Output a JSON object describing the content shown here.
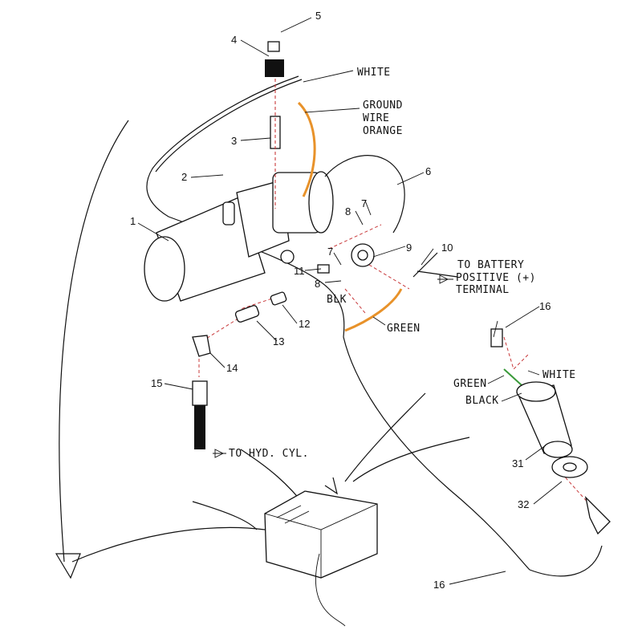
{
  "colors": {
    "line": "#111111",
    "orange_wire": "#e8922a",
    "red_dashed": "#c8383a",
    "green_wire": "#3a9a3a",
    "background": "#ffffff"
  },
  "labels": {
    "white_top": "WHITE",
    "ground_wire_l1": "GROUND",
    "ground_wire_l2": "WIRE",
    "ground_wire_l3": "ORANGE",
    "to_battery_l1": "TO BATTERY",
    "to_battery_l2": "POSITIVE (+)",
    "to_battery_l3": "TERMINAL",
    "blk": "BLK",
    "green_lower": "GREEN",
    "to_hyd_cyl": "TO HYD. CYL.",
    "green_switch": "GREEN",
    "black_switch": "BLACK",
    "white_switch": "WHITE"
  },
  "part_numbers": {
    "p1": "1",
    "p2": "2",
    "p3": "3",
    "p4": "4",
    "p5": "5",
    "p6": "6",
    "p7a": "7",
    "p7b": "7",
    "p8a": "8",
    "p8b": "8",
    "p9": "9",
    "p10": "10",
    "p11": "11",
    "p12": "12",
    "p13": "13",
    "p14": "14",
    "p15": "15",
    "p16a": "16",
    "p16b": "16",
    "p31": "31",
    "p32": "32"
  },
  "icons": {
    "pump_motor": "hydraulic-pump-motor-icon",
    "solenoid": "solenoid-coil-icon",
    "switch": "push-switch-icon",
    "tank": "reservoir-box-icon"
  }
}
